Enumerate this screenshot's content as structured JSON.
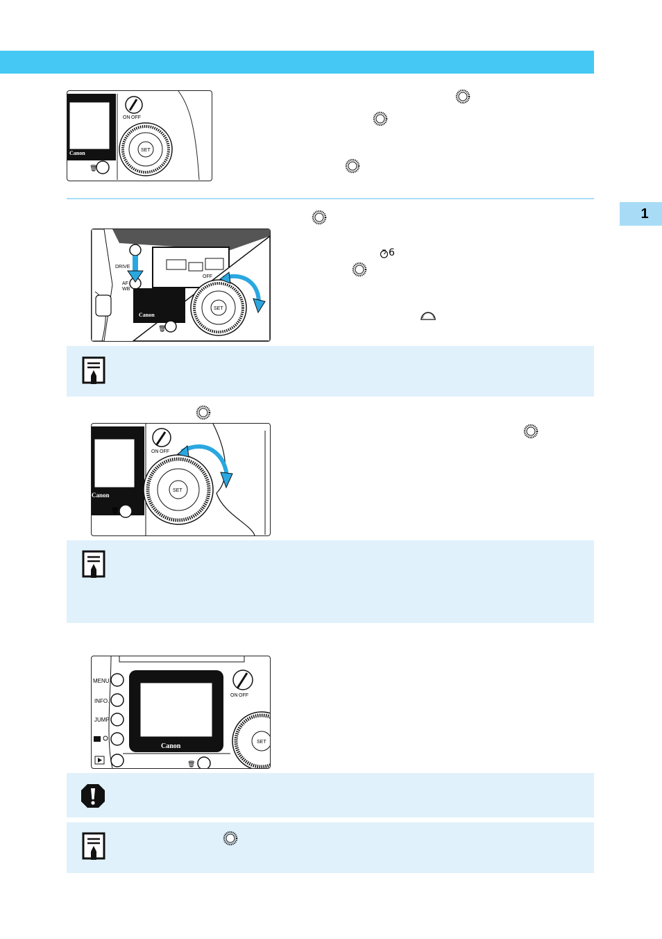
{
  "page": {
    "chapter_number": "1"
  },
  "illustrations": {
    "dial_power": {
      "brand": "Canon",
      "set_label": "SET",
      "on_label": "ON",
      "off_label": "OFF"
    },
    "drive_af": {
      "brand": "Canon",
      "set_label": "SET",
      "drive_label": "DRIVE",
      "af_label": "AF",
      "wb_label": "WB",
      "off_label": "OFF"
    },
    "dial_rotate": {
      "brand": "Canon",
      "set_label": "SET",
      "on_label": "ON",
      "off_label": "OFF"
    },
    "lcd_buttons": {
      "brand": "Canon",
      "set_label": "SET",
      "on_label": "ON",
      "off_label": "OFF",
      "menu_label": "MENU",
      "info_label": "INFO.",
      "jump_label": "JUMP"
    }
  },
  "inline": {
    "timer_text": "6"
  },
  "icons": {
    "quick_control_dial": "quick-control-dial-icon",
    "main_dial": "main-dial-icon",
    "self_timer": "self-timer-icon",
    "memo": "memo-icon",
    "caution": "caution-icon",
    "trash": "trash-icon",
    "play": "play-icon"
  },
  "colors": {
    "header_bar": "#45c8f4",
    "chapter_tab": "#a8dcf6",
    "note_bg": "#e0f1fb",
    "arrow_blue": "#2aa7e0"
  }
}
